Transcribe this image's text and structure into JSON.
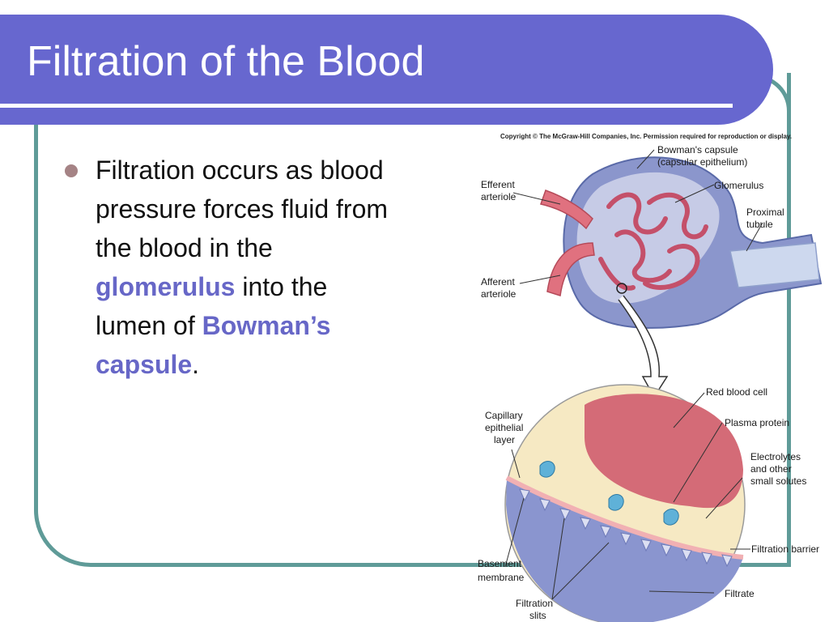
{
  "slide": {
    "title": "Filtration of the Blood",
    "bullet": {
      "part1": "Filtration occurs as blood pressure forces fluid from the blood in the ",
      "term1": "glomerulus",
      "part2": " into the lumen of ",
      "term2": "Bowman’s capsule",
      "part3": "."
    }
  },
  "figure": {
    "copyright": "Copyright © The McGraw-Hill Companies, Inc. Permission required for reproduction or display.",
    "labels": {
      "bowmans_capsule_1": "Bowman's capsule",
      "bowmans_capsule_2": "(capsular epithelium)",
      "efferent_1": "Efferent",
      "efferent_2": "arteriole",
      "glomerulus": "Glomerulus",
      "proximal_1": "Proximal",
      "proximal_2": "tubule",
      "afferent_1": "Afferent",
      "afferent_2": "arteriole",
      "red_blood_cell": "Red blood cell",
      "capillary_1": "Capillary",
      "capillary_2": "epithelial",
      "capillary_3": "layer",
      "plasma_protein": "Plasma protein",
      "electrolytes_1": "Electrolytes",
      "electrolytes_2": "and other",
      "electrolytes_3": "small solutes",
      "filtration_barrier": "Filtration barrier",
      "basement_1": "Basement",
      "basement_2": "membrane",
      "filtrate": "Filtrate",
      "slits_1": "Filtration",
      "slits_2": "slits"
    }
  },
  "colors": {
    "title_bar": "#6767cf",
    "frame": "#5f9b98",
    "accent_text": "#6767c7",
    "bullet": "#a58385"
  }
}
